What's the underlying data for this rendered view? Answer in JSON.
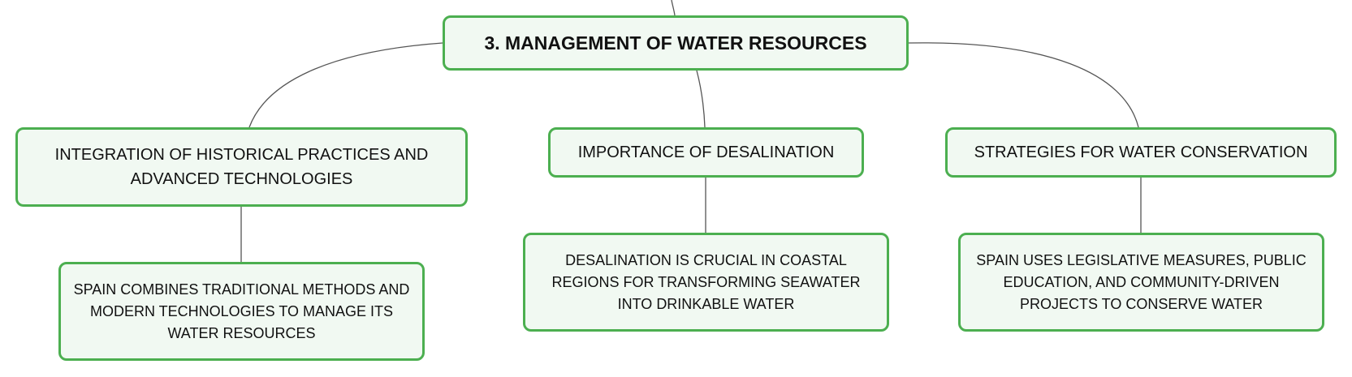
{
  "root": {
    "label": "3. MANAGEMENT OF WATER RESOURCES"
  },
  "topics": [
    {
      "label": "INTEGRATION OF HISTORICAL PRACTICES AND ADVANCED TECHNOLOGIES",
      "detail": "SPAIN COMBINES TRADITIONAL METHODS AND MODERN TECHNOLOGIES TO MANAGE ITS WATER RESOURCES"
    },
    {
      "label": "IMPORTANCE OF DESALINATION",
      "detail": "DESALINATION IS CRUCIAL IN COASTAL REGIONS FOR TRANSFORMING SEAWATER INTO DRINKABLE WATER"
    },
    {
      "label": "STRATEGIES FOR WATER CONSERVATION",
      "detail": "SPAIN USES LEGISLATIVE MEASURES, PUBLIC EDUCATION, AND COMMUNITY-DRIVEN PROJECTS TO CONSERVE WATER"
    }
  ],
  "colors": {
    "node_border": "#4caf50",
    "node_fill": "#f1f9f2",
    "connector": "#555555",
    "text": "#111111"
  }
}
